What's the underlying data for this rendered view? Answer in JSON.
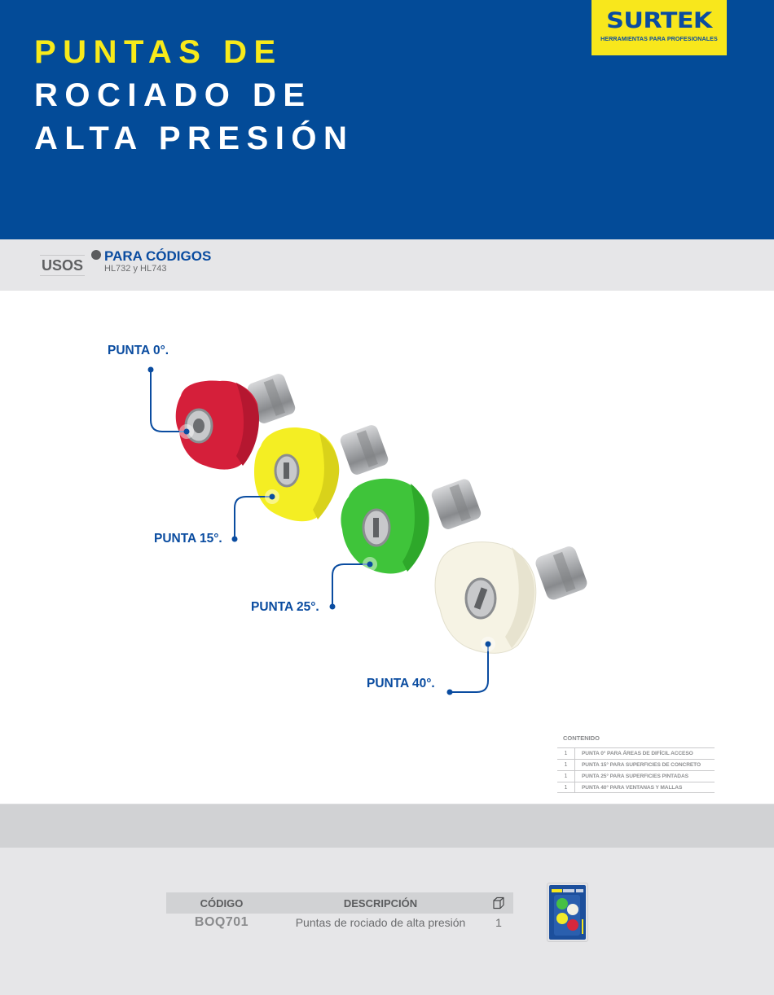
{
  "header": {
    "title_lines": [
      "PUNTAS DE",
      "ROCIADO DE",
      "ALTA PRESIÓN"
    ],
    "brand": {
      "name": "SURTEK",
      "tagline": "HERRAMIENTAS PARA PROFESIONALES"
    },
    "colors": {
      "background": "#034b98",
      "title_accent": "#f8ea1a",
      "logo_background": "#f8e71c"
    }
  },
  "usos": {
    "label": "USOS",
    "title": "PARA CÓDIGOS",
    "subtitle": "HL732 y HL743"
  },
  "diagram": {
    "callouts": [
      {
        "label": "PUNTA 0°.",
        "color": "red"
      },
      {
        "label": "PUNTA 15°.",
        "color": "yellow"
      },
      {
        "label": "PUNTA 25°.",
        "color": "green"
      },
      {
        "label": "PUNTA 40°.",
        "color": "white"
      }
    ]
  },
  "contents": {
    "title": "CONTENIDO",
    "rows": [
      {
        "qty": "1",
        "desc": "PUNTA 0° PARA ÁREAS DE DIFÍCIL ACCESO"
      },
      {
        "qty": "1",
        "desc": "PUNTA 15° PARA SUPERFICIES DE CONCRETO"
      },
      {
        "qty": "1",
        "desc": "PUNTA 25° PARA SUPERFICIES PINTADAS"
      },
      {
        "qty": "1",
        "desc": "PUNTA 40° PARA VENTANAS Y MALLAS"
      }
    ]
  },
  "product_table": {
    "headers": {
      "code": "CÓDIGO",
      "description": "DESCRIPCIÓN",
      "qty_icon": "box-icon"
    },
    "rows": [
      {
        "code": "BOQ701",
        "description": "Puntas de rociado de alta presión",
        "qty": "1"
      }
    ]
  }
}
